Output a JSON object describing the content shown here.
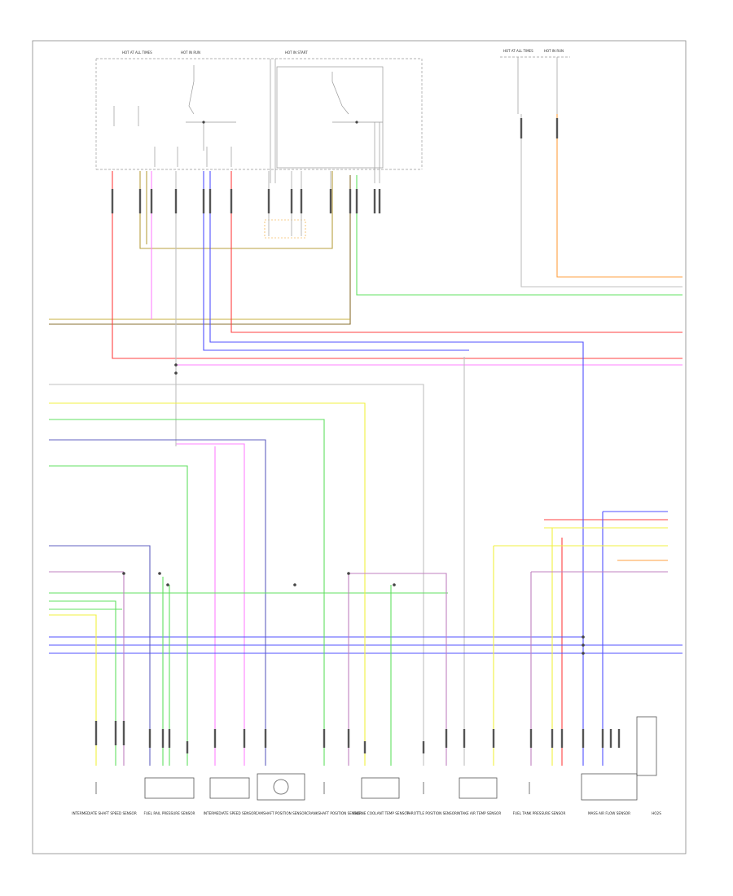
{
  "diagram": {
    "page_label": "",
    "fuse_labels": [
      "HOT AT ALL TIMES",
      "HOT IN RUN",
      "HOT IN START",
      "HOT AT ALL TIMES",
      "HOT IN RUN"
    ],
    "right_box_label": "",
    "connector_label": "",
    "devices": [
      "INTERMEDIATE SHAFT SPEED SENSOR",
      "FUEL RAIL PRESSURE SENSOR",
      "INTERMEDIATE SPEED SENSOR",
      "CAMSHAFT POSITION SENSOR",
      "CRANKSHAFT POSITION SENSOR",
      "ENGINE COOLANT TEMP SENSOR",
      "THROTTLE POSITION SENSOR",
      "INTAKE AIR TEMP SENSOR",
      "FUEL TANK PRESSURE SENSOR",
      "MASS AIR FLOW SENSOR",
      "HO2S"
    ]
  }
}
